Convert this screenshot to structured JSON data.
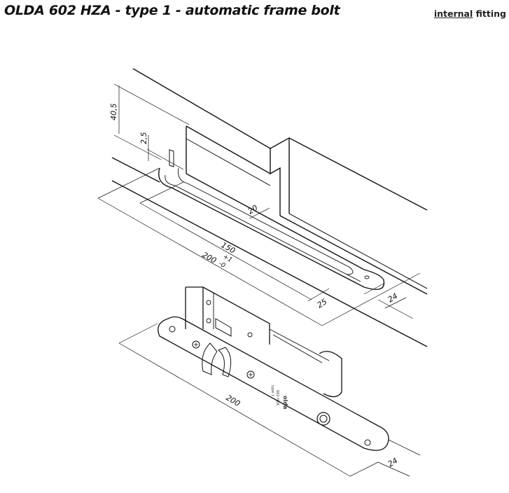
{
  "header": {
    "title": "OLDA 602 HZA - type 1 - automatic frame bolt",
    "fitting_emphasis": "internal",
    "fitting_rest": "fitting"
  },
  "drawing": {
    "dimensions": {
      "height": "40,5",
      "offset": "2,5",
      "depth": "20",
      "inner_length": "150",
      "length": "200",
      "tol_plus": "+1",
      "tol_minus": "-0",
      "end_offset": "25",
      "width_top": "24",
      "bolt_length": "200",
      "width_bottom": "24"
    },
    "faceplate_text": {
      "brand": "olda",
      "model": "602 HZA",
      "type": "type 1"
    }
  }
}
